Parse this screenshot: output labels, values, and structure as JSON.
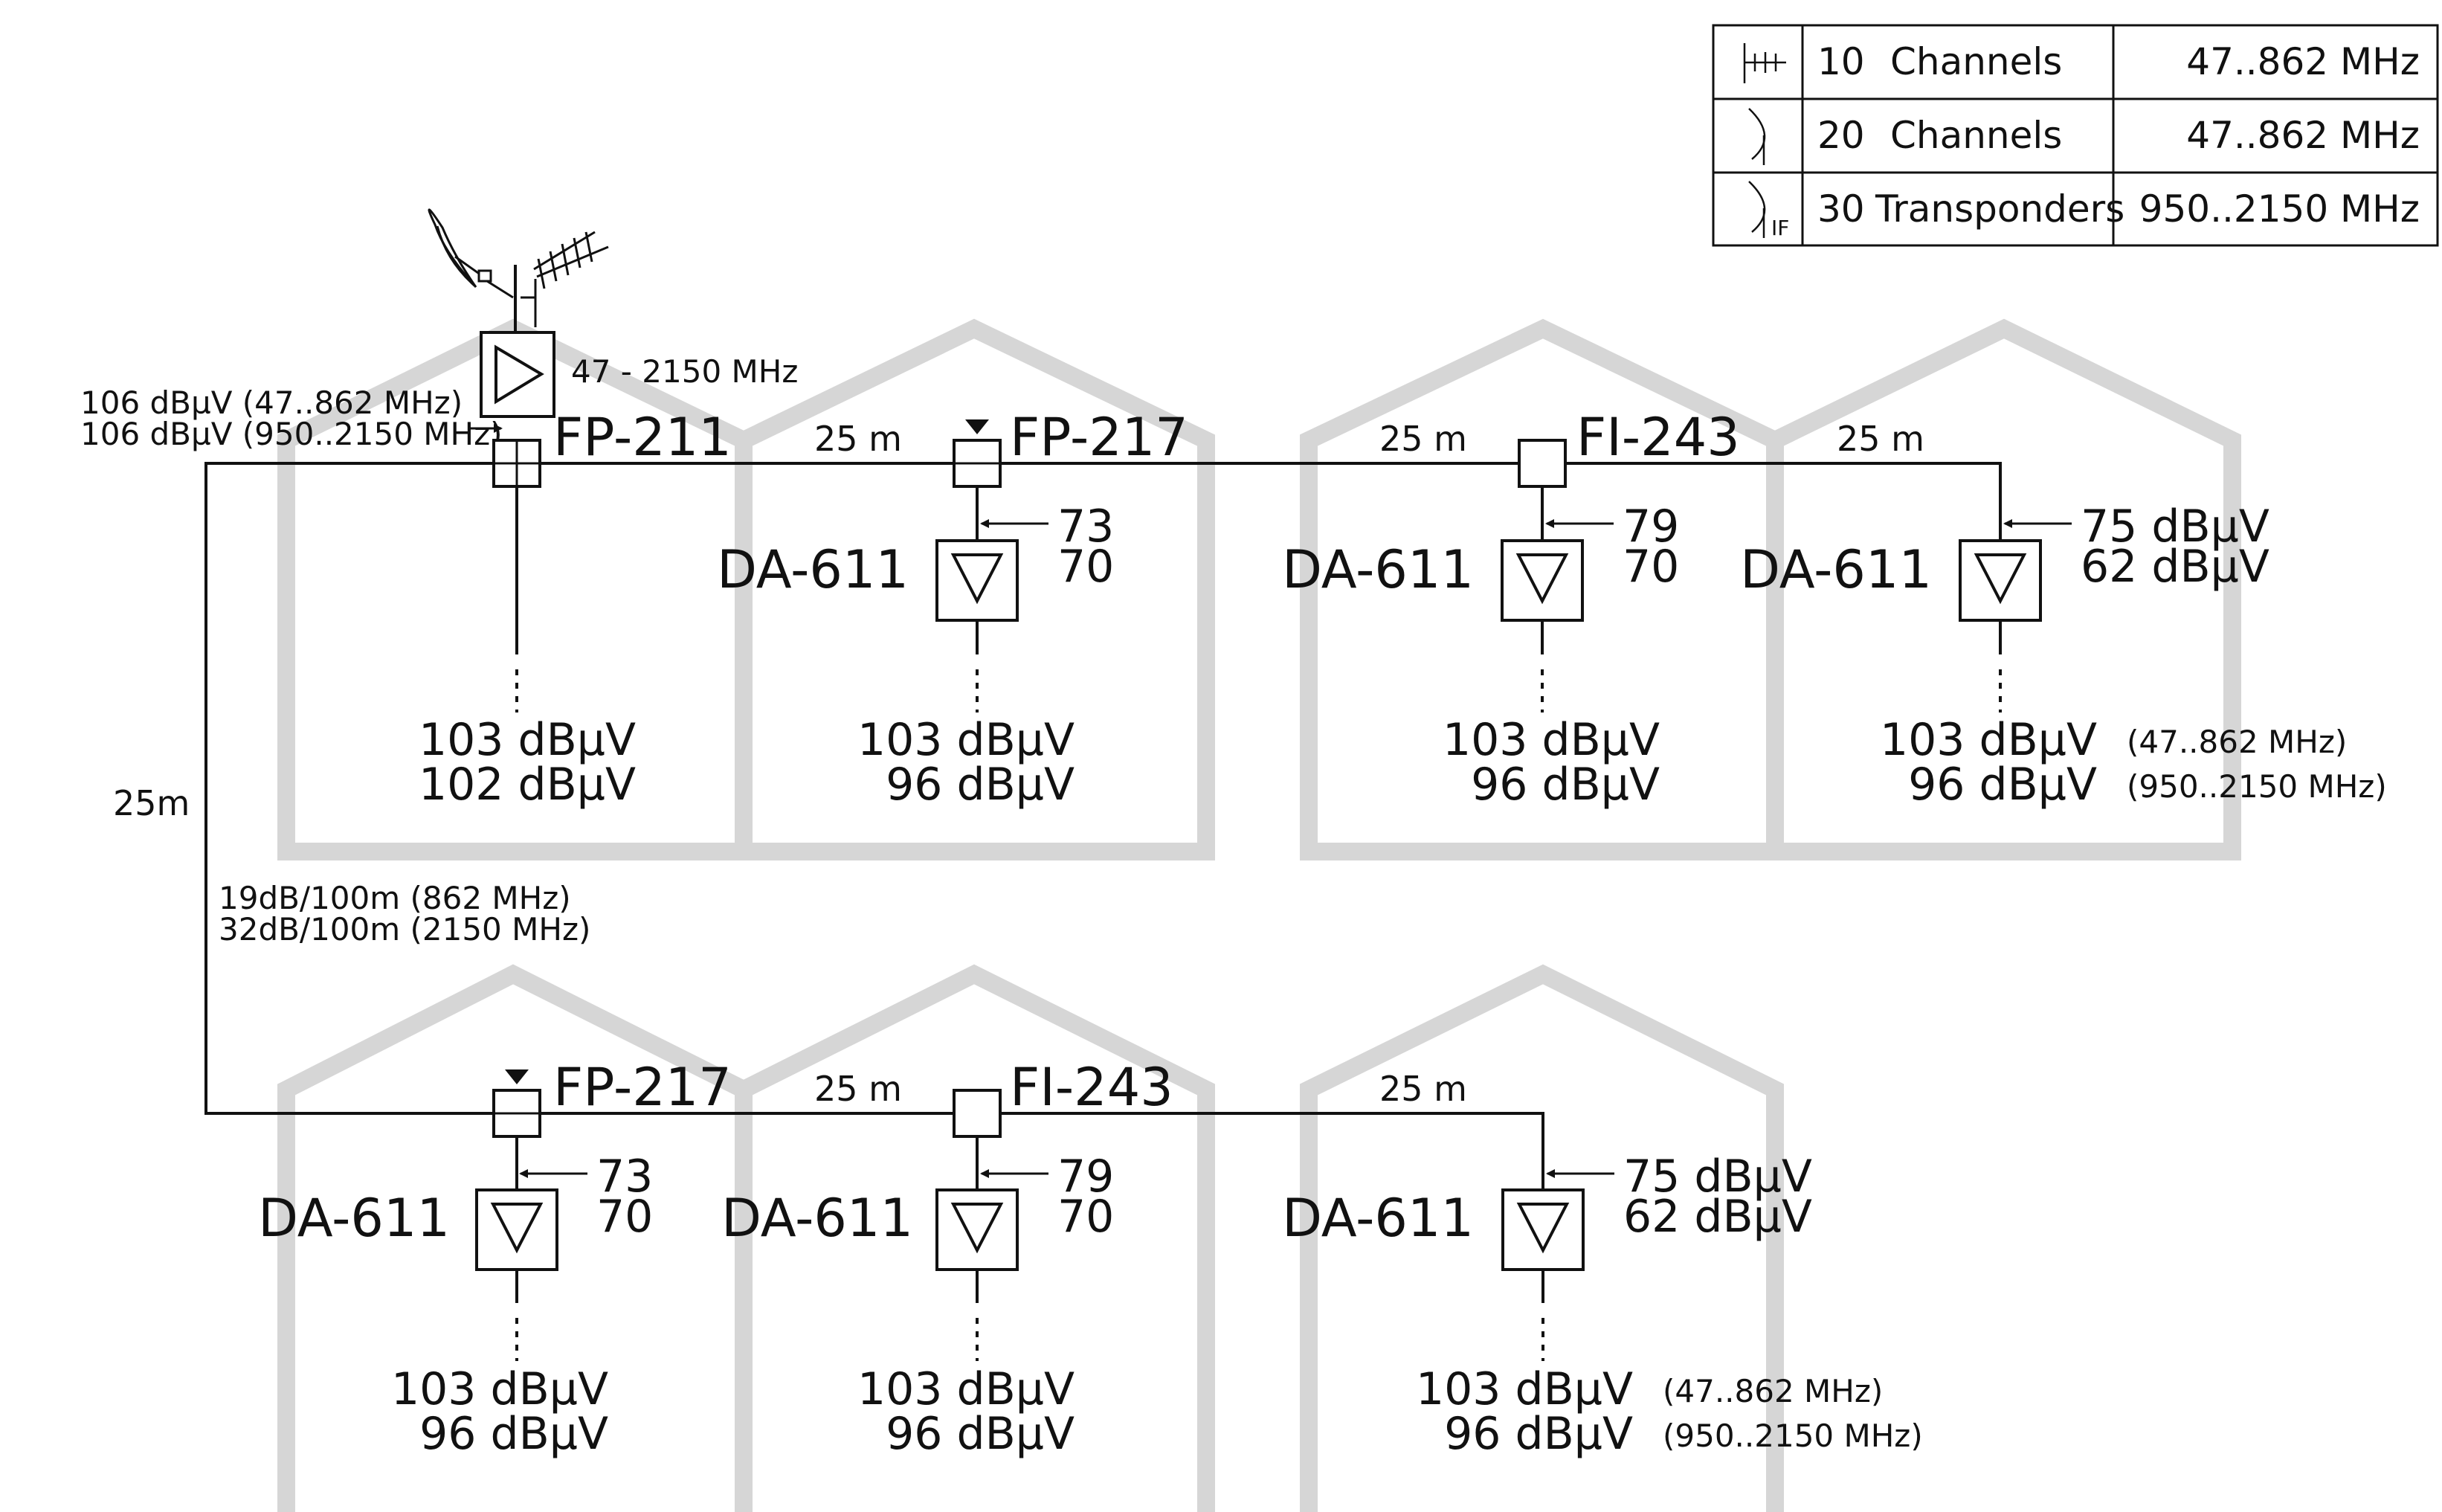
{
  "legend": {
    "rows": [
      {
        "icon": "terrestrial-antenna-icon",
        "count": "10",
        "unit": "Channels",
        "band": "47..862 MHz"
      },
      {
        "icon": "satellite-dish-icon",
        "count": "20",
        "unit": "Channels",
        "band": "47..862 MHz"
      },
      {
        "icon": "satellite-if-icon",
        "count": "30",
        "unit": "Transponders",
        "band": "950..2150 MHz",
        "icon_label": "IF"
      }
    ]
  },
  "headend": {
    "amp_range": "47 - 2150 MHz",
    "input_level_1": "106 dBµV (47..862 MHz)",
    "input_level_2": "106 dBµV (950..2150 MHz)",
    "splitter_model": "FP-211",
    "out_level_1": "103 dBµV",
    "out_level_2": "102 dBµV"
  },
  "trunk": {
    "length": "25m",
    "atten_1": "19dB/100m  (862 MHz)",
    "atten_2": "32dB/100m  (2150 MHz)"
  },
  "top_row": {
    "seg1": "25 m",
    "seg2": "25 m",
    "seg3": "25 m",
    "tap1": {
      "model": "FP-217",
      "amp_model": "DA-611",
      "in_1": "73",
      "in_2": "70",
      "out_1": "103 dBµV",
      "out_2": "96 dBµV"
    },
    "tap2": {
      "model": "FI-243",
      "amp_model": "DA-611",
      "in_1": "79",
      "in_2": "70",
      "out_1": "103 dBµV",
      "out_2": "96 dBµV"
    },
    "end": {
      "amp_model": "DA-611",
      "in_1": "75 dBµV",
      "in_2": "62 dBµV",
      "out_1": "103 dBµV",
      "out_2": "96 dBµV",
      "band_1": "(47..862 MHz)",
      "band_2": "(950..2150 MHz)"
    }
  },
  "bottom_row": {
    "seg1": "25 m",
    "seg2": "25 m",
    "tap1": {
      "model": "FP-217",
      "amp_model": "DA-611",
      "in_1": "73",
      "in_2": "70",
      "out_1": "103 dBµV",
      "out_2": "96 dBµV"
    },
    "tap2": {
      "model": "FI-243",
      "amp_model": "DA-611",
      "in_1": "79",
      "in_2": "70",
      "out_1": "103 dBµV",
      "out_2": "96 dBµV"
    },
    "end": {
      "amp_model": "DA-611",
      "in_1": "75 dBµV",
      "in_2": "62 dBµV",
      "out_1": "103 dBµV",
      "out_2": "96 dBµV",
      "band_1": "(47..862 MHz)",
      "band_2": "(950..2150 MHz)"
    }
  },
  "colors": {
    "house_outline": "#d6d6d6",
    "line": "#111111"
  }
}
